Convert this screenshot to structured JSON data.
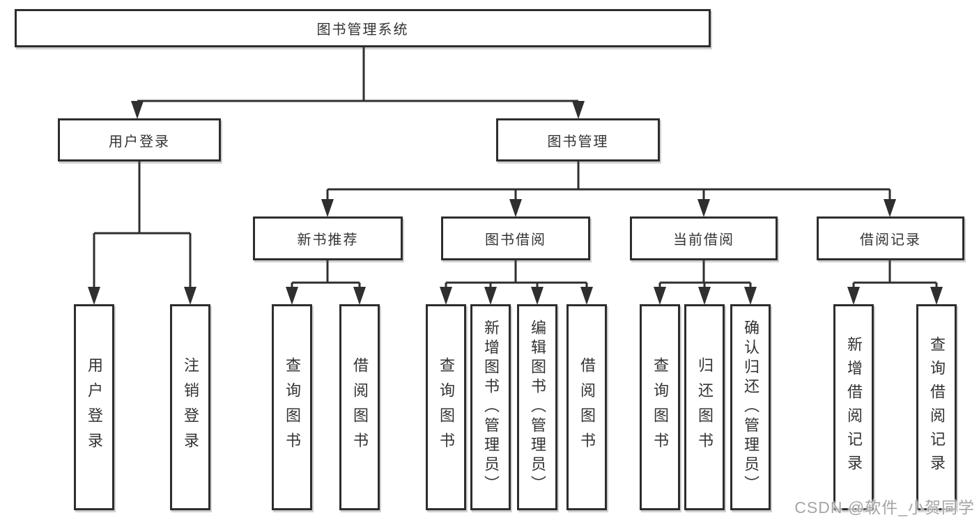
{
  "diagram": {
    "root": {
      "label": "图书管理系统",
      "children": [
        {
          "label": "用户登录",
          "children": [
            {
              "label": "用户登录"
            },
            {
              "label": "注销登录"
            }
          ]
        },
        {
          "label": "图书管理",
          "children": [
            {
              "label": "新书推荐",
              "children": [
                {
                  "label": "查询图书"
                },
                {
                  "label": "借阅图书"
                }
              ]
            },
            {
              "label": "图书借阅",
              "children": [
                {
                  "label": "查询图书"
                },
                {
                  "label": "新增图书（管理员）"
                },
                {
                  "label": "编辑图书（管理员）"
                },
                {
                  "label": "借阅图书"
                }
              ]
            },
            {
              "label": "当前借阅",
              "children": [
                {
                  "label": "查询图书"
                },
                {
                  "label": "归还图书"
                },
                {
                  "label": "确认归还（管理员）"
                }
              ]
            },
            {
              "label": "借阅记录",
              "children": [
                {
                  "label": "新增借阅记录"
                },
                {
                  "label": "查询借阅记录"
                }
              ]
            }
          ]
        }
      ]
    }
  },
  "watermark": {
    "text": "CSDN @软件_小贺同学"
  },
  "colors": {
    "line": "#2f2f2f",
    "box_border": "#2d2d2d",
    "text": "#333333",
    "watermark": "#a5a5a5",
    "background": "#ffffff"
  }
}
